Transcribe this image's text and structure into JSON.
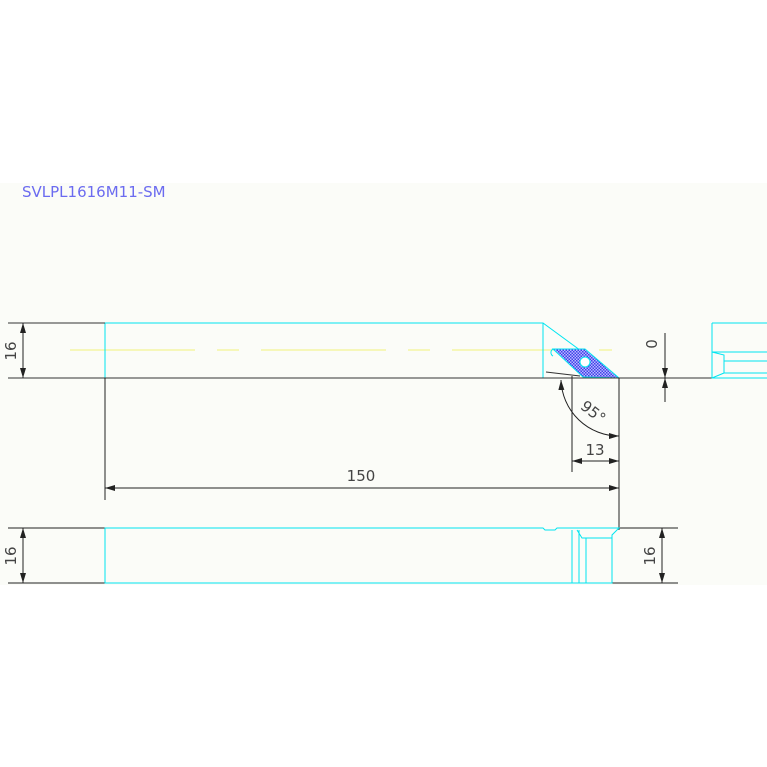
{
  "title": "SVLPL1616M11-SM",
  "dimensions": {
    "shank_height_top": "16",
    "shank_height_bottom_left": "16",
    "shank_height_bottom_right": "16",
    "length": "150",
    "offset": "13",
    "angle": "95°",
    "height_offset": "0"
  },
  "colors": {
    "outline": "#00e5f0",
    "dimension": "#333333",
    "centerline": "#f2f27a",
    "title": "#6b6bf0",
    "insert": "#4a4af0"
  }
}
